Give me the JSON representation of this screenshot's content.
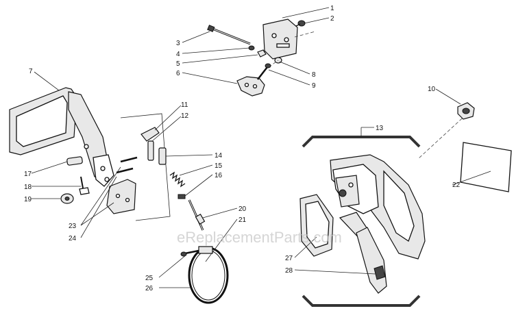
{
  "watermark": "eReplacementParts.com",
  "callouts": [
    {
      "num": "1"
    },
    {
      "num": "2"
    },
    {
      "num": "3"
    },
    {
      "num": "4"
    },
    {
      "num": "5"
    },
    {
      "num": "6"
    },
    {
      "num": "7"
    },
    {
      "num": "8"
    },
    {
      "num": "9"
    },
    {
      "num": "10"
    },
    {
      "num": "11"
    },
    {
      "num": "12"
    },
    {
      "num": "13"
    },
    {
      "num": "14"
    },
    {
      "num": "15"
    },
    {
      "num": "16"
    },
    {
      "num": "17"
    },
    {
      "num": "18"
    },
    {
      "num": "19"
    },
    {
      "num": "20"
    },
    {
      "num": "21"
    },
    {
      "num": "22"
    },
    {
      "num": "23"
    },
    {
      "num": "24"
    },
    {
      "num": "25"
    },
    {
      "num": "26"
    },
    {
      "num": "27"
    },
    {
      "num": "28"
    }
  ]
}
